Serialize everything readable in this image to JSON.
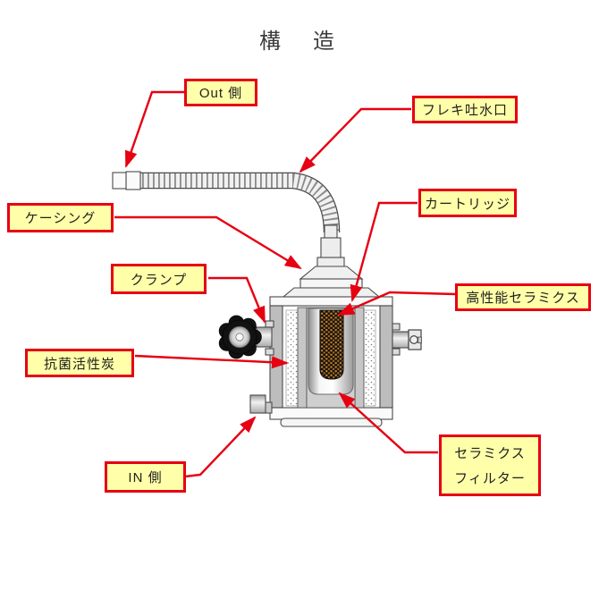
{
  "title": "構　造",
  "colors": {
    "accent_red": "#e60012",
    "label_bg": "#ffffaa",
    "label_border": "#e60012",
    "title_color": "#3c3c3c",
    "line_art_gray": "#4a4a4a",
    "cartridge_bead_color": "#c08038"
  },
  "labels": {
    "out_side": "Out 側",
    "flexible_spout": "フレキ吐水口",
    "casing": "ケーシング",
    "cartridge": "カートリッジ",
    "clamp": "クランプ",
    "high_performance_ceramics": "高性能セラミクス",
    "antibacterial_activated_carbon": "抗菌活性炭",
    "ceramic_filter_line1": "セラミクス",
    "ceramic_filter_line2": "フィルター",
    "in_side": "IN 側"
  }
}
